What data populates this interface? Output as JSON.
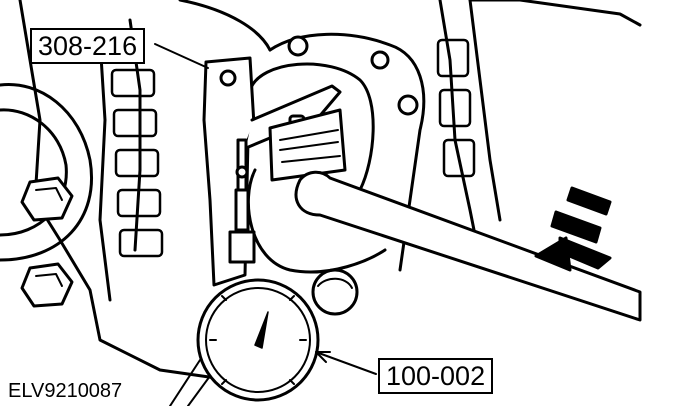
{
  "figure": {
    "callouts": {
      "tool_label": "308-216",
      "gauge_label": "100-002"
    },
    "figure_id": "ELV9210087"
  },
  "colors": {
    "ink": "#000000",
    "paper": "#ffffff"
  }
}
